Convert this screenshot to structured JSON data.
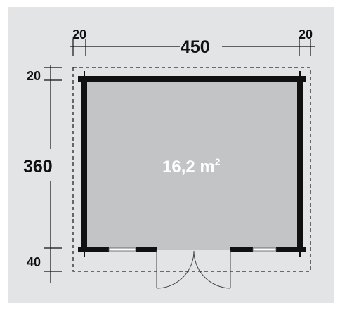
{
  "floor_plan": {
    "area_value": "16,2 m",
    "area_superscript": "2",
    "dimensions": {
      "top_left_wall": "20",
      "width": "450",
      "top_right_wall": "20",
      "top_wall": "20",
      "depth": "360",
      "bottom_wall": "40"
    },
    "colors": {
      "background": "#e3e4e6",
      "floor": "#c3c4c6",
      "wall": "#111111",
      "area_text": "#ffffff"
    }
  }
}
